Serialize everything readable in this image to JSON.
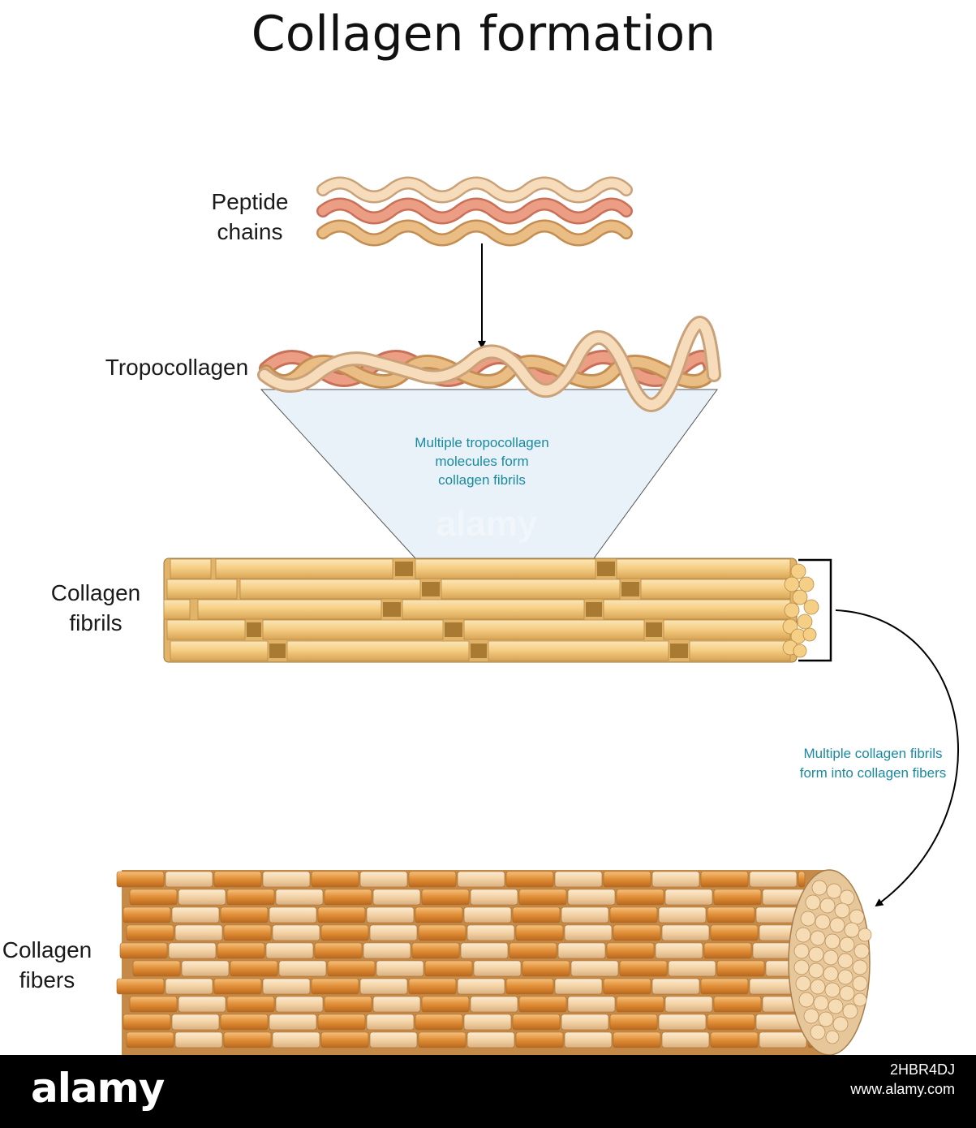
{
  "title": "Collagen formation",
  "labels": {
    "peptide_line1": "Peptide",
    "peptide_line2": "chains",
    "tropocollagen": "Tropocollagen",
    "fibrils_line1": "Collagen",
    "fibrils_line2": "fibrils",
    "fibers_line1": "Collagen",
    "fibers_line2": "fibers"
  },
  "notes": {
    "fibrils_note_line1": "Multiple tropocollagen",
    "fibrils_note_line2": "molecules form",
    "fibrils_note_line3": "collagen fibrils",
    "fibers_note_line1": "Multiple collagen fibrils",
    "fibers_note_line2": "form into collagen fibers"
  },
  "watermark": {
    "main": "alamy",
    "footer_brand": "alamy",
    "image_code": "2HBR4DJ",
    "url": "www.alamy.com"
  },
  "colors": {
    "chain_light": "#f6dcba",
    "chain_pink": "#ec9e84",
    "chain_tan": "#e9bd84",
    "fibril_yellow": "#f5cf85",
    "fibril_dark": "#b5873a",
    "fiber_orange": "#e08e36",
    "fiber_beige": "#f2d2a4",
    "cone_fill": "#e8f2f8",
    "note_teal": "#1a8aa0"
  }
}
